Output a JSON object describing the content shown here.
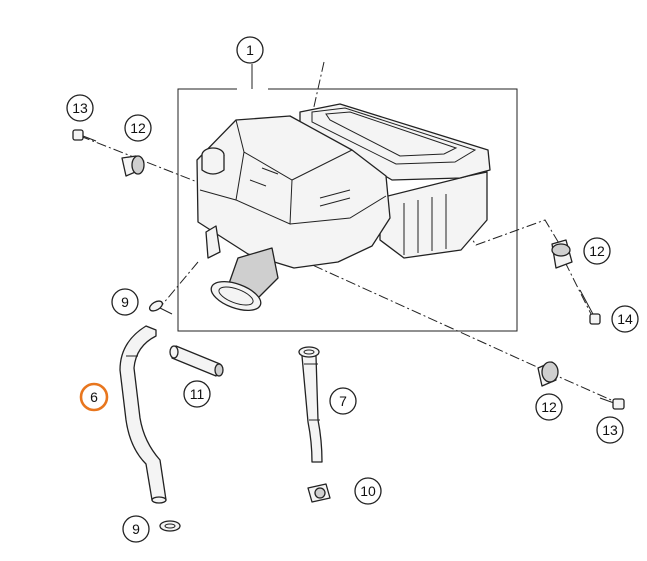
{
  "diagram": {
    "callouts": [
      {
        "id": "c1",
        "label": "1"
      },
      {
        "id": "c13a",
        "label": "13"
      },
      {
        "id": "c12a",
        "label": "12"
      },
      {
        "id": "c12b",
        "label": "12"
      },
      {
        "id": "c14",
        "label": "14"
      },
      {
        "id": "c9a",
        "label": "9"
      },
      {
        "id": "c6",
        "label": "6"
      },
      {
        "id": "c11",
        "label": "11"
      },
      {
        "id": "c7",
        "label": "7"
      },
      {
        "id": "c12c",
        "label": "12"
      },
      {
        "id": "c13b",
        "label": "13"
      },
      {
        "id": "c10",
        "label": "10"
      },
      {
        "id": "c9b",
        "label": "9"
      }
    ],
    "colors": {
      "highlight": "#e8761e",
      "line": "#222222",
      "part_fill": "#f4f4f4",
      "part_shade": "#cfcfcf"
    }
  }
}
